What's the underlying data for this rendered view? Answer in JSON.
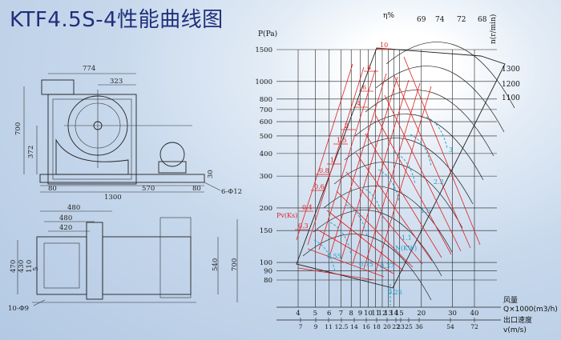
{
  "title": "KTF4.5S-4性能曲线图",
  "drawing": {
    "front": {
      "width_total": "774",
      "width_right": "323",
      "height_total": "700",
      "height_axis": "372",
      "base_length": "1300",
      "base_left": "80",
      "base_mid": "570",
      "base_right": "80",
      "base_thickness": "30",
      "bolt_holes": "6-Φ12"
    },
    "side": {
      "width_outer": "480",
      "width_mid": "480",
      "width_inner": "420",
      "h1": "470",
      "h2": "430",
      "h3": "110",
      "h4": "5",
      "height_right": "540",
      "height_total": "700",
      "bolt_holes": "10-Φ9"
    }
  },
  "chart_labels": {
    "eta_label": "η%",
    "eta_values": [
      "69",
      "74",
      "72",
      "68"
    ],
    "pressure_axis_label": "P(Pa)",
    "speed_axis_label": "n(r/min)",
    "speed_values": [
      "1300",
      "1200",
      "1100"
    ],
    "pv_label": "Pv(Ks)",
    "flow_label_cn": "风量",
    "flow_label": "Q×1000(m3/h)",
    "velocity_label_cn": "出口速度",
    "velocity_label": "v(m/s)",
    "power_label": "N(KW)"
  },
  "chart_data": {
    "type": "line",
    "y_ticks": [
      "1500",
      "1000",
      "800",
      "700",
      "600",
      "500",
      "400",
      "300",
      "200",
      "150",
      "100",
      "90",
      "80"
    ],
    "x_ticks": [
      "4",
      "5",
      "6",
      "7",
      "8",
      "9",
      "10",
      "11",
      "12",
      "13",
      "14",
      "15",
      "20",
      "30",
      "40"
    ],
    "velocity_ticks": [
      "7",
      "9",
      "11",
      "12.5",
      "14",
      "16",
      "18",
      "20",
      "22",
      "23",
      "25",
      "36",
      "54",
      "72"
    ],
    "pv_values": [
      "10",
      "8",
      "6",
      "4",
      "2",
      "1.5",
      "1",
      "0.8",
      "0.6",
      "0.4",
      "0.3"
    ],
    "power_values": [
      "3",
      "2.2",
      "1.5",
      "1.1",
      "0.75",
      "0.55",
      "0.37",
      "0.25"
    ],
    "grid": true,
    "scale": "log"
  }
}
